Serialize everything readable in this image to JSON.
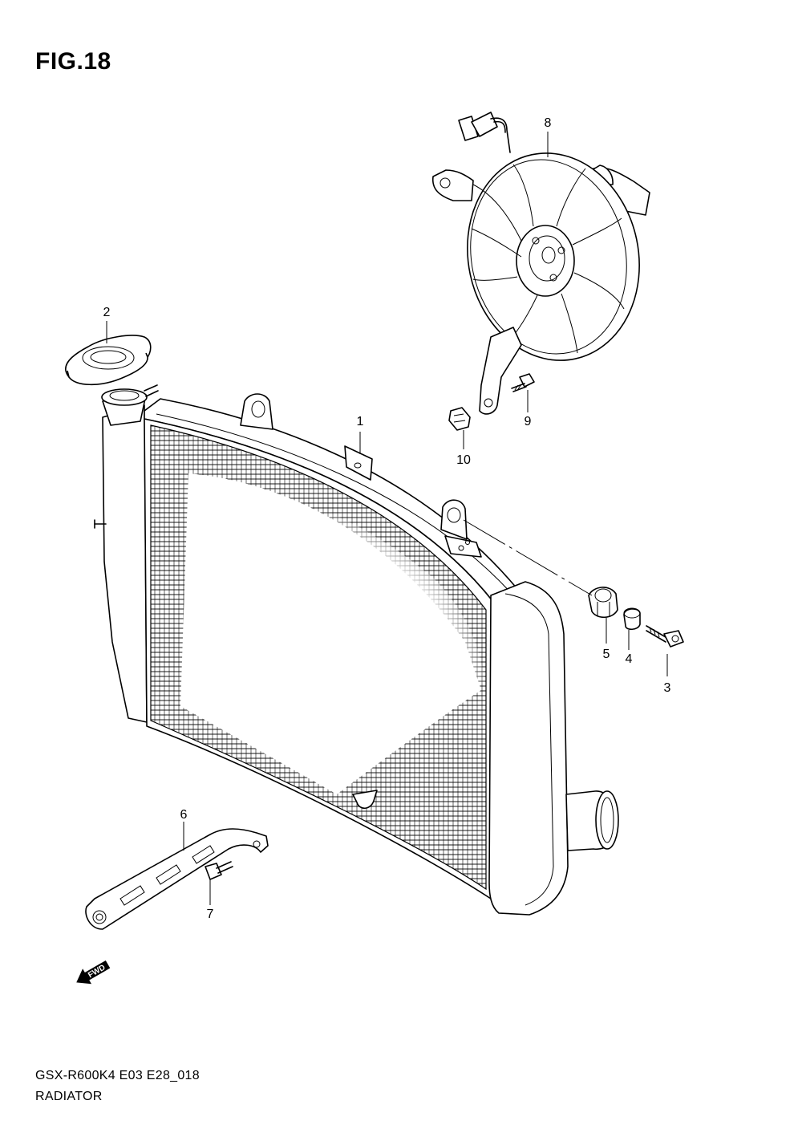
{
  "figure": {
    "title": "FIG.18"
  },
  "callouts": [
    {
      "id": "1",
      "label": "1"
    },
    {
      "id": "2",
      "label": "2"
    },
    {
      "id": "3",
      "label": "3"
    },
    {
      "id": "4",
      "label": "4"
    },
    {
      "id": "5",
      "label": "5"
    },
    {
      "id": "6",
      "label": "6"
    },
    {
      "id": "7",
      "label": "7"
    },
    {
      "id": "8",
      "label": "8"
    },
    {
      "id": "9",
      "label": "9"
    },
    {
      "id": "10",
      "label": "10"
    }
  ],
  "direction_marker": {
    "label": "FWD",
    "icon": "fwd-arrow-icon"
  },
  "footer": {
    "code": "GSX-R600K4 E03 E28_018",
    "name": "RADIATOR"
  }
}
